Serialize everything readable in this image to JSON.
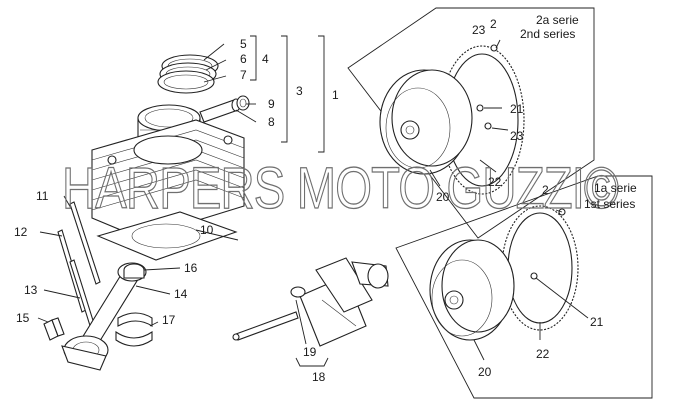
{
  "callouts": [
    {
      "id": "c1",
      "text": "1"
    },
    {
      "id": "c2a",
      "text": "2"
    },
    {
      "id": "c2b",
      "text": "2"
    },
    {
      "id": "c3",
      "text": "3"
    },
    {
      "id": "c4",
      "text": "4"
    },
    {
      "id": "c5",
      "text": "5"
    },
    {
      "id": "c6",
      "text": "6"
    },
    {
      "id": "c7",
      "text": "7"
    },
    {
      "id": "c8",
      "text": "8"
    },
    {
      "id": "c9",
      "text": "9"
    },
    {
      "id": "c10",
      "text": "10"
    },
    {
      "id": "c11",
      "text": "11"
    },
    {
      "id": "c12",
      "text": "12"
    },
    {
      "id": "c13",
      "text": "13"
    },
    {
      "id": "c14",
      "text": "14"
    },
    {
      "id": "c15",
      "text": "15"
    },
    {
      "id": "c16",
      "text": "16"
    },
    {
      "id": "c17",
      "text": "17"
    },
    {
      "id": "c18",
      "text": "18"
    },
    {
      "id": "c19",
      "text": "19"
    },
    {
      "id": "c20a",
      "text": "20"
    },
    {
      "id": "c20b",
      "text": "20"
    },
    {
      "id": "c21a",
      "text": "21"
    },
    {
      "id": "c21b",
      "text": "21"
    },
    {
      "id": "c22a",
      "text": "22"
    },
    {
      "id": "c22b",
      "text": "22"
    },
    {
      "id": "c23a",
      "text": "23"
    },
    {
      "id": "c23b",
      "text": "23"
    }
  ],
  "notes": {
    "series2_line1": "2a serie",
    "series2_line2": "2nd series",
    "series1_line1": "1a serie",
    "series1_line2": "1st series"
  },
  "watermark": "HARPERS MOTO GUZZI©"
}
